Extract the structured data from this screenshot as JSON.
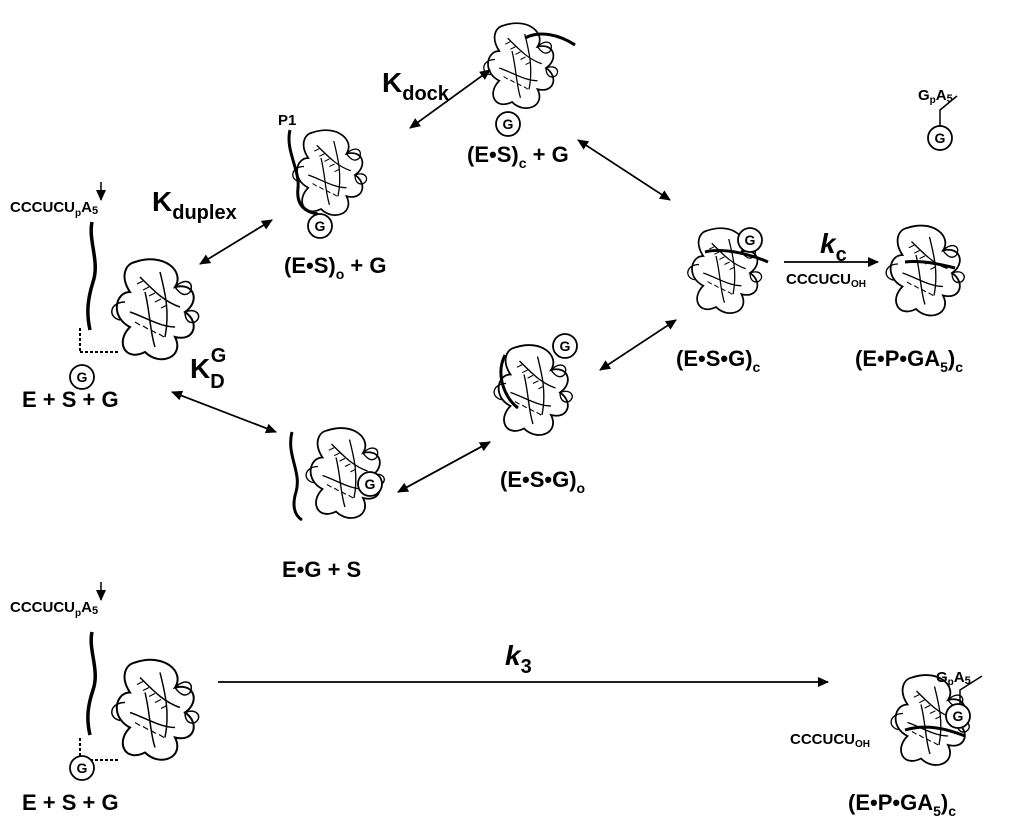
{
  "species": {
    "free_top": "E + S + G",
    "es_open": "(E•S)o + G",
    "es_closed": "(E•S)c + G",
    "esg_closed": "(E•S•G)c",
    "epg_closed": "(E•P•GA5)c",
    "esg_open": "(E•S•G)o",
    "eg": "E•G + S",
    "free_bottom": "E + S + G",
    "epg_bottom": "(E•P•GA5)c"
  },
  "constants": {
    "dock": "Kdock",
    "duplex": "Kduplex",
    "kdg": "KDG",
    "kc": "kc",
    "k3": "k3"
  },
  "sequences": {
    "substrate": "CCCUCUpA5",
    "product_5p": "CCCUCUOH",
    "product_3p": "GpA5",
    "p1": "P1"
  },
  "guanosine": "G",
  "colors": {
    "ink": "#000000",
    "background": "#ffffff"
  }
}
